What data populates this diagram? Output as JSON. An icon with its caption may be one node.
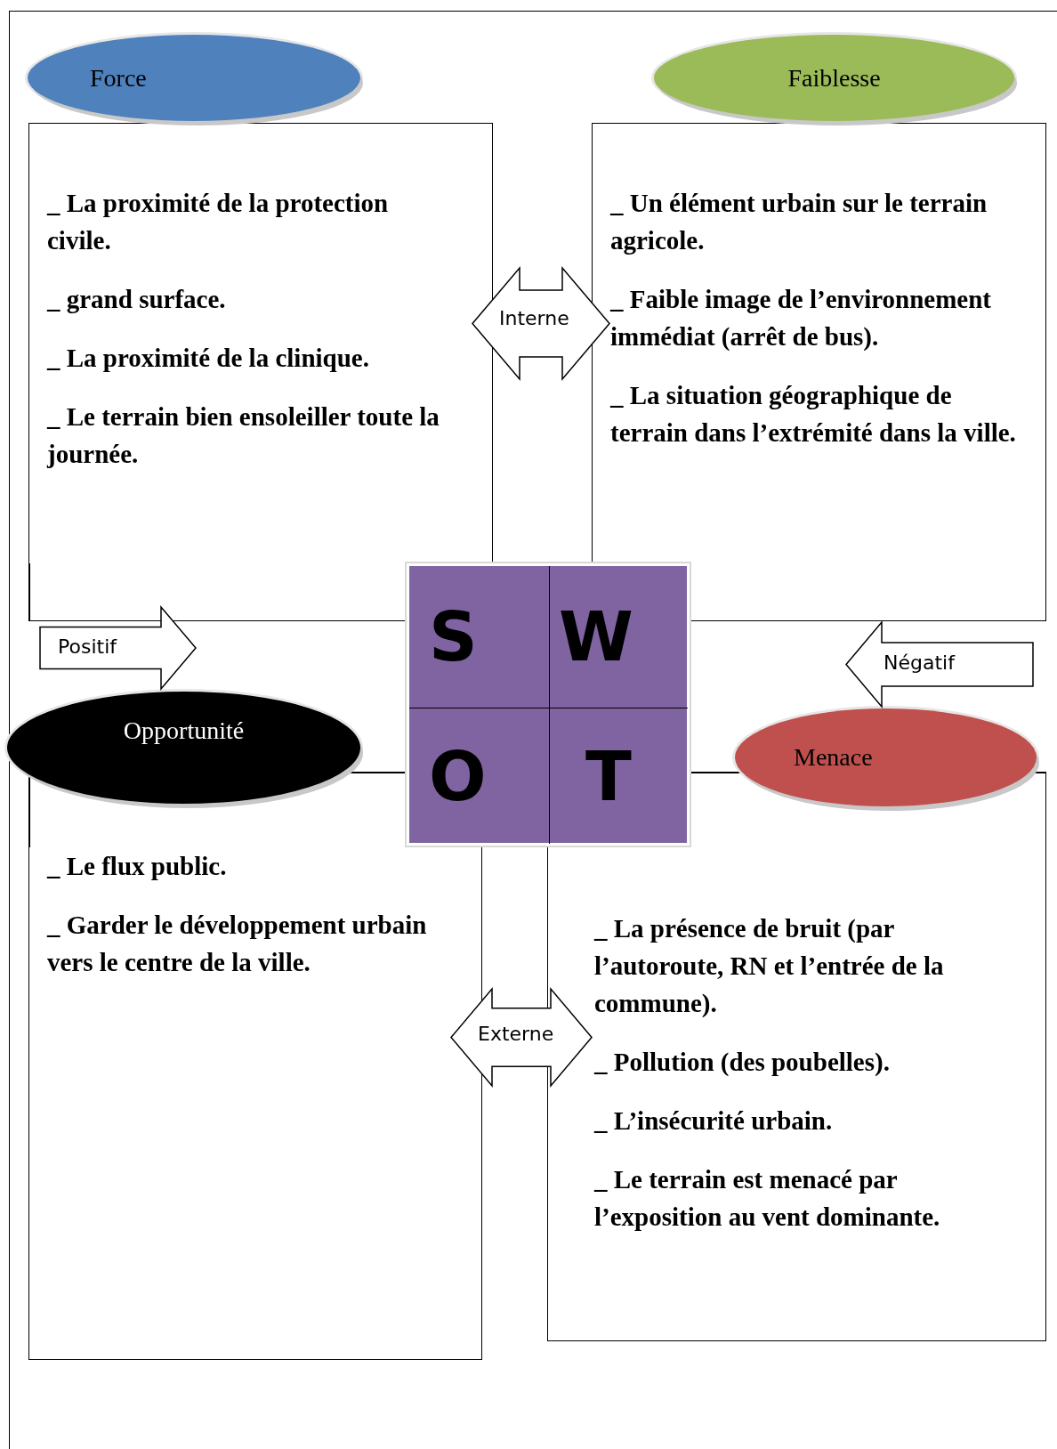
{
  "diagram": {
    "nodes": [
      {
        "text": [
          "Force"
        ]
      },
      {
        "text": [
          "Faiblesse"
        ]
      },
      {
        "text": [
          "_ La proximité de la protection civile.",
          "_ grand surface.",
          "_ La proximité de la clinique.",
          "_ Le terrain bien ensoleiller toute la journée."
        ]
      },
      {
        "text": [
          "_ Un élément urbain sur le terrain agricole.",
          "_ Faible image de l’environnement immédiat (arrêt de bus).",
          "_ La situation géographique de terrain dans l’extrémité dans la ville."
        ]
      },
      {
        "text": [],
        "shape": "box"
      },
      {
        "text": [
          "S"
        ],
        "in": 4
      },
      {
        "text": [
          "W"
        ],
        "in": 4
      },
      {
        "text": [
          "O"
        ],
        "in": 4
      },
      {
        "text": [
          "T"
        ],
        "in": 4
      },
      {
        "text": [
          "Opportunité"
        ]
      },
      {
        "text": [
          "Menace"
        ]
      },
      {
        "text": [
          "_ Le flux public.",
          "_ Garder le développement urbain vers le centre de la ville."
        ]
      },
      {
        "text": [
          "_ La présence de bruit (par l’autoroute, RN et l’entrée de la commune).",
          "_ Pollution (des poubelles).",
          "_ L’insécurité urbain.",
          "_ Le terrain est menacé par l’exposition au vent dominante."
        ]
      }
    ],
    "edges": [
      {
        "from": 2,
        "to": 3,
        "arrow": "both",
        "label": "Interne"
      },
      {
        "from": 11,
        "to": 12,
        "arrow": "both",
        "label": "Externe"
      }
    ],
    "labels": [
      "Positif",
      "Négatif"
    ]
  }
}
